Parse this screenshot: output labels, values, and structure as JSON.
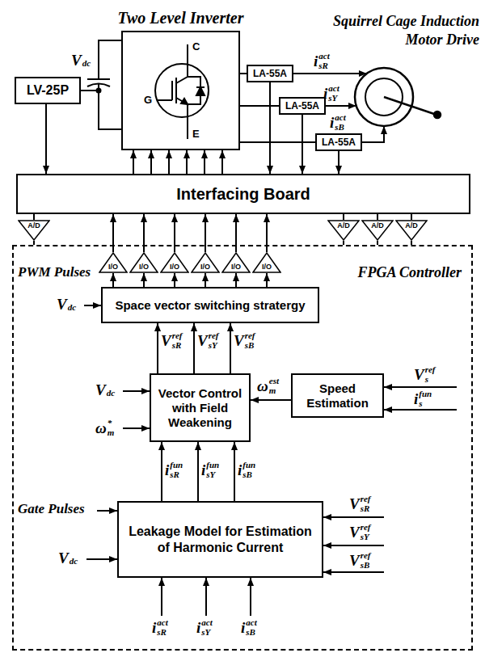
{
  "diagram": {
    "nodes": [
      {
        "text": [
          "Two Level Inverter"
        ]
      },
      {
        "text": [
          "Squirrel Cage Induction Motor Drive"
        ]
      },
      {
        "text": [
          "LV-25P"
        ]
      },
      {
        "text": [
          "LA-55A"
        ]
      },
      {
        "text": [
          "LA-55A"
        ]
      },
      {
        "text": [
          "LA-55A"
        ]
      },
      {
        "text": [
          "Interfacing Board"
        ]
      },
      {
        "text": [
          "A/D"
        ]
      },
      {
        "text": [
          "A/D"
        ]
      },
      {
        "text": [
          "A/D"
        ]
      },
      {
        "text": [
          "A/D"
        ]
      },
      {
        "text": [
          "FPGA Controller"
        ]
      },
      {
        "text": [
          "I/O"
        ],
        "in": 11
      },
      {
        "text": [
          "I/O"
        ],
        "in": 11
      },
      {
        "text": [
          "I/O"
        ],
        "in": 11
      },
      {
        "text": [
          "I/O"
        ],
        "in": 11
      },
      {
        "text": [
          "I/O"
        ],
        "in": 11
      },
      {
        "text": [
          "I/O"
        ],
        "in": 11
      },
      {
        "text": [
          "Space vector switching stratergy"
        ],
        "in": 11
      },
      {
        "text": [
          "Vector Control with Field Weakening"
        ],
        "in": 11
      },
      {
        "text": [
          "Speed Estimation"
        ],
        "in": 11
      },
      {
        "text": [
          "Leakage Model for Estimation of Harmonic Current"
        ],
        "in": 11
      }
    ],
    "edges": [
      {
        "from": 2,
        "to": 6,
        "arrow": "to"
      },
      {
        "from": 0,
        "to": 3,
        "arrow": "none"
      },
      {
        "from": 0,
        "to": 4,
        "arrow": "none"
      },
      {
        "from": 0,
        "to": 5,
        "arrow": "none"
      },
      {
        "from": 3,
        "to": 1,
        "arrow": "to"
      },
      {
        "from": 4,
        "to": 1,
        "arrow": "to"
      },
      {
        "from": 5,
        "to": 1,
        "arrow": "to"
      },
      {
        "from": 3,
        "to": 6,
        "arrow": "to"
      },
      {
        "from": 4,
        "to": 6,
        "arrow": "to"
      },
      {
        "from": 5,
        "to": 6,
        "arrow": "to"
      },
      {
        "from": 6,
        "to": 0,
        "arrow": "to"
      },
      {
        "from": 6,
        "to": 0,
        "arrow": "to"
      },
      {
        "from": 6,
        "to": 0,
        "arrow": "to"
      },
      {
        "from": 6,
        "to": 0,
        "arrow": "to"
      },
      {
        "from": 6,
        "to": 0,
        "arrow": "to"
      },
      {
        "from": 6,
        "to": 0,
        "arrow": "to"
      },
      {
        "from": 6,
        "to": 7,
        "arrow": "none"
      },
      {
        "from": 6,
        "to": 8,
        "arrow": "none"
      },
      {
        "from": 6,
        "to": 9,
        "arrow": "none"
      },
      {
        "from": 6,
        "to": 10,
        "arrow": "none"
      },
      {
        "from": 7,
        "to": 11,
        "arrow": "none"
      },
      {
        "from": 8,
        "to": 11,
        "arrow": "none"
      },
      {
        "from": 9,
        "to": 11,
        "arrow": "none"
      },
      {
        "from": 10,
        "to": 11,
        "arrow": "none"
      },
      {
        "from": 12,
        "to": 6,
        "arrow": "to"
      },
      {
        "from": 13,
        "to": 6,
        "arrow": "to"
      },
      {
        "from": 14,
        "to": 6,
        "arrow": "to"
      },
      {
        "from": 15,
        "to": 6,
        "arrow": "to"
      },
      {
        "from": 16,
        "to": 6,
        "arrow": "to"
      },
      {
        "from": 17,
        "to": 6,
        "arrow": "to"
      },
      {
        "from": 18,
        "to": 12,
        "arrow": "to"
      },
      {
        "from": 18,
        "to": 13,
        "arrow": "to"
      },
      {
        "from": 18,
        "to": 14,
        "arrow": "to"
      },
      {
        "from": 18,
        "to": 15,
        "arrow": "to"
      },
      {
        "from": 18,
        "to": 16,
        "arrow": "to"
      },
      {
        "from": 18,
        "to": 17,
        "arrow": "to"
      },
      {
        "from": 19,
        "to": 18,
        "arrow": "to"
      },
      {
        "from": 19,
        "to": 18,
        "arrow": "to"
      },
      {
        "from": 19,
        "to": 18,
        "arrow": "to"
      },
      {
        "from": 20,
        "to": 19,
        "arrow": "to"
      },
      {
        "from": 21,
        "to": 19,
        "arrow": "to"
      },
      {
        "from": 21,
        "to": 19,
        "arrow": "to"
      },
      {
        "from": 21,
        "to": 19,
        "arrow": "to"
      }
    ],
    "labels": [
      "C",
      "G",
      "E",
      "PWM Pulses",
      "Gate Pulses",
      "V",
      "dc",
      "i",
      "sR",
      "act",
      "i",
      "sY",
      "act",
      "i",
      "sB",
      "act",
      "V",
      "dc",
      "V",
      "sR",
      "ref",
      "V",
      "sY",
      "ref",
      "V",
      "sB",
      "ref",
      "V",
      "dc",
      "ω",
      "m",
      "*",
      "ω",
      "m",
      "est",
      "V",
      "s",
      "ref",
      "i",
      "s",
      "fun",
      "i",
      "sR",
      "fun",
      "i",
      "sY",
      "fun",
      "i",
      "sB",
      "fun",
      "V",
      "dc",
      "V",
      "sR",
      "ref",
      "V",
      "sY",
      "ref",
      "V",
      "sB",
      "ref",
      "i",
      "sR",
      "act",
      "i",
      "sY",
      "act",
      "i",
      "sB",
      "act"
    ]
  }
}
